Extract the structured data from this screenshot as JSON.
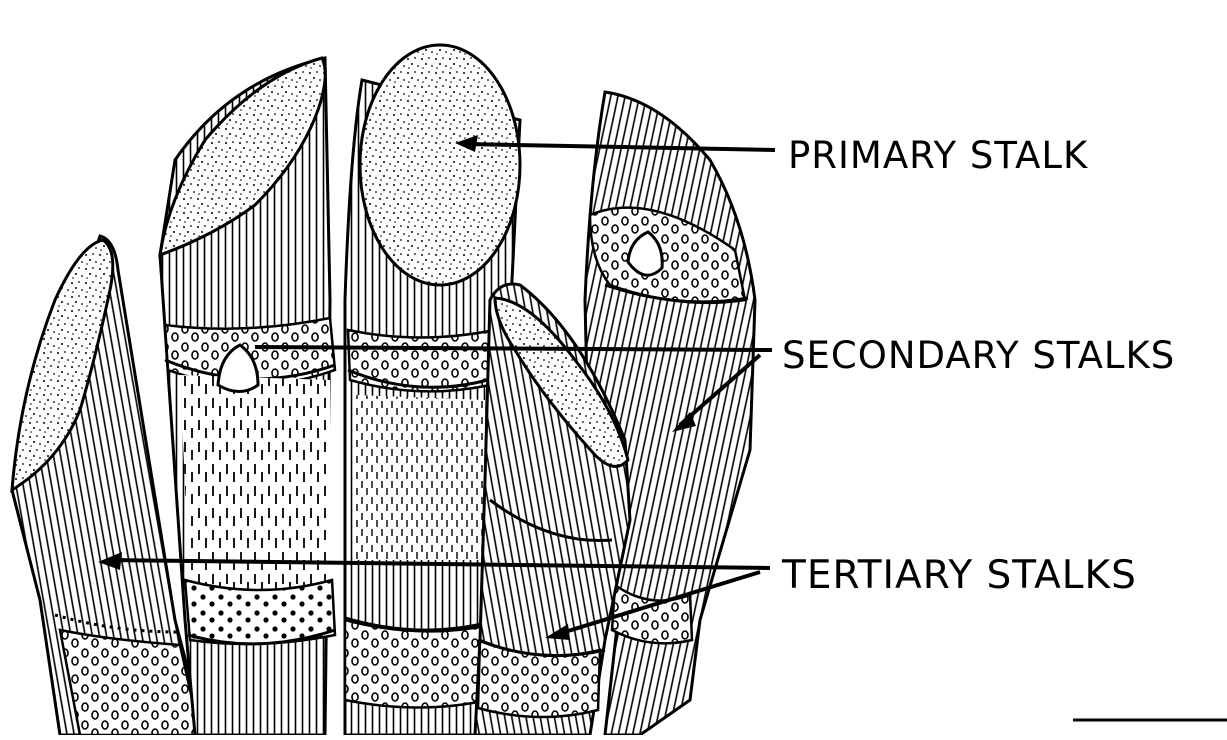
{
  "diagram": {
    "labels": {
      "primary": "PRIMARY STALK",
      "secondary": "SECONDARY STALKS",
      "tertiary": "TERTIARY STALKS"
    }
  },
  "colors": {
    "ink": "#000000",
    "paper": "#ffffff"
  }
}
